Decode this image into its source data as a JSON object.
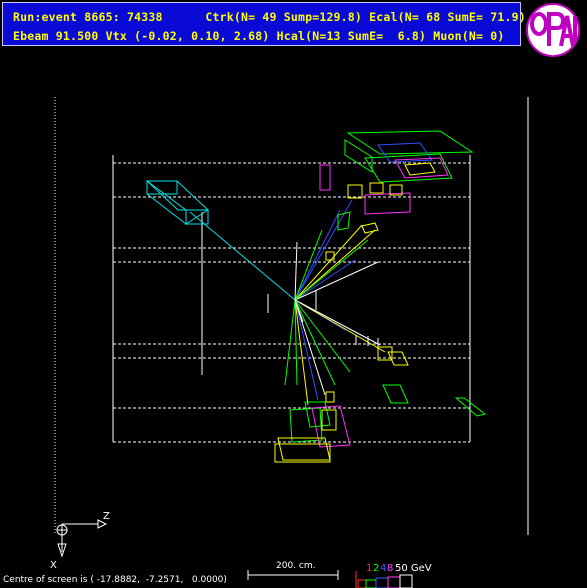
{
  "header": {
    "line1": "Run:event 8665: 74338      Ctrk(N= 49 Sump=129.8) Ecal(N= 68 SumE= 71.9)",
    "line2": "Ebeam 91.500 Vtx (-0.02, 0.10, 2.68) Hcal(N=13 SumE=  6.8) Muon(N= 0)"
  },
  "logo": {
    "text": "OPAL"
  },
  "axes": {
    "z_label": "Z",
    "x_label": "X"
  },
  "footer": {
    "centre_text": "Centre of screen is ( -17.8882,  -7.2571,   0.0000)",
    "scale_label": "200. cm."
  },
  "energy_legend": {
    "items": [
      {
        "label": "1",
        "color": "#ff3030"
      },
      {
        "label": "2",
        "color": "#00ff00"
      },
      {
        "label": "4",
        "color": "#4060ff"
      },
      {
        "label": "8",
        "color": "#ff40ff"
      },
      {
        "label": "50 GeV",
        "color": "#ffffff"
      }
    ]
  },
  "colors": {
    "header_bg": "#0a0ad6",
    "header_text": "#ffff00",
    "track_blue": "#3050ff",
    "track_yellow": "#ffff00",
    "track_green": "#00ff00",
    "track_white": "#ffffff",
    "cyan": "#00e0e0",
    "magenta": "#ff30ff"
  }
}
